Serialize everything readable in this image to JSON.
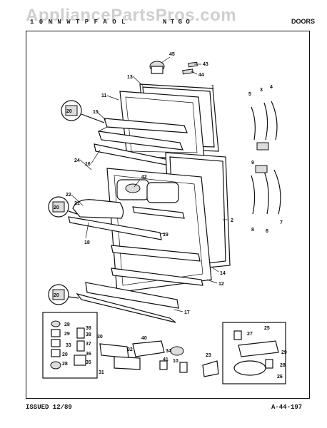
{
  "watermark": "AppliancePartsPros.com",
  "header": {
    "left": "1 0 N N W T  P F A O L",
    "middle": "N T G O",
    "right": "DOORS"
  },
  "footer": {
    "issued": "ISSUED 12/89",
    "code": "A-44-197"
  },
  "callouts": {
    "c45": "45",
    "c43": "43",
    "c44": "44",
    "c1": "1",
    "c13": "13",
    "c11": "11",
    "c20a": "20",
    "c15": "15",
    "c24": "24",
    "c16": "16",
    "c42": "42",
    "c22": "22",
    "c21": "21",
    "c20b": "20",
    "c18": "18",
    "c19": "19",
    "c2": "2",
    "c14": "14",
    "c12": "12",
    "c20c": "20",
    "c17": "17",
    "c5": "5",
    "c3": "3",
    "c4": "4",
    "c9": "9",
    "c8": "8",
    "c6": "6",
    "c7": "7",
    "c28a": "28",
    "c29": "29",
    "c33": "33",
    "c20d": "20",
    "c28b": "28",
    "c39": "39",
    "c38": "38",
    "c37": "37",
    "c36": "36",
    "c35": "35",
    "c30": "30",
    "c40": "40",
    "c32": "32",
    "c31": "31",
    "c34": "34",
    "c41": "41",
    "c10": "10",
    "c23": "23",
    "c27": "27",
    "c25": "25",
    "c26": "26",
    "c28c": "28",
    "c29b": "29"
  }
}
